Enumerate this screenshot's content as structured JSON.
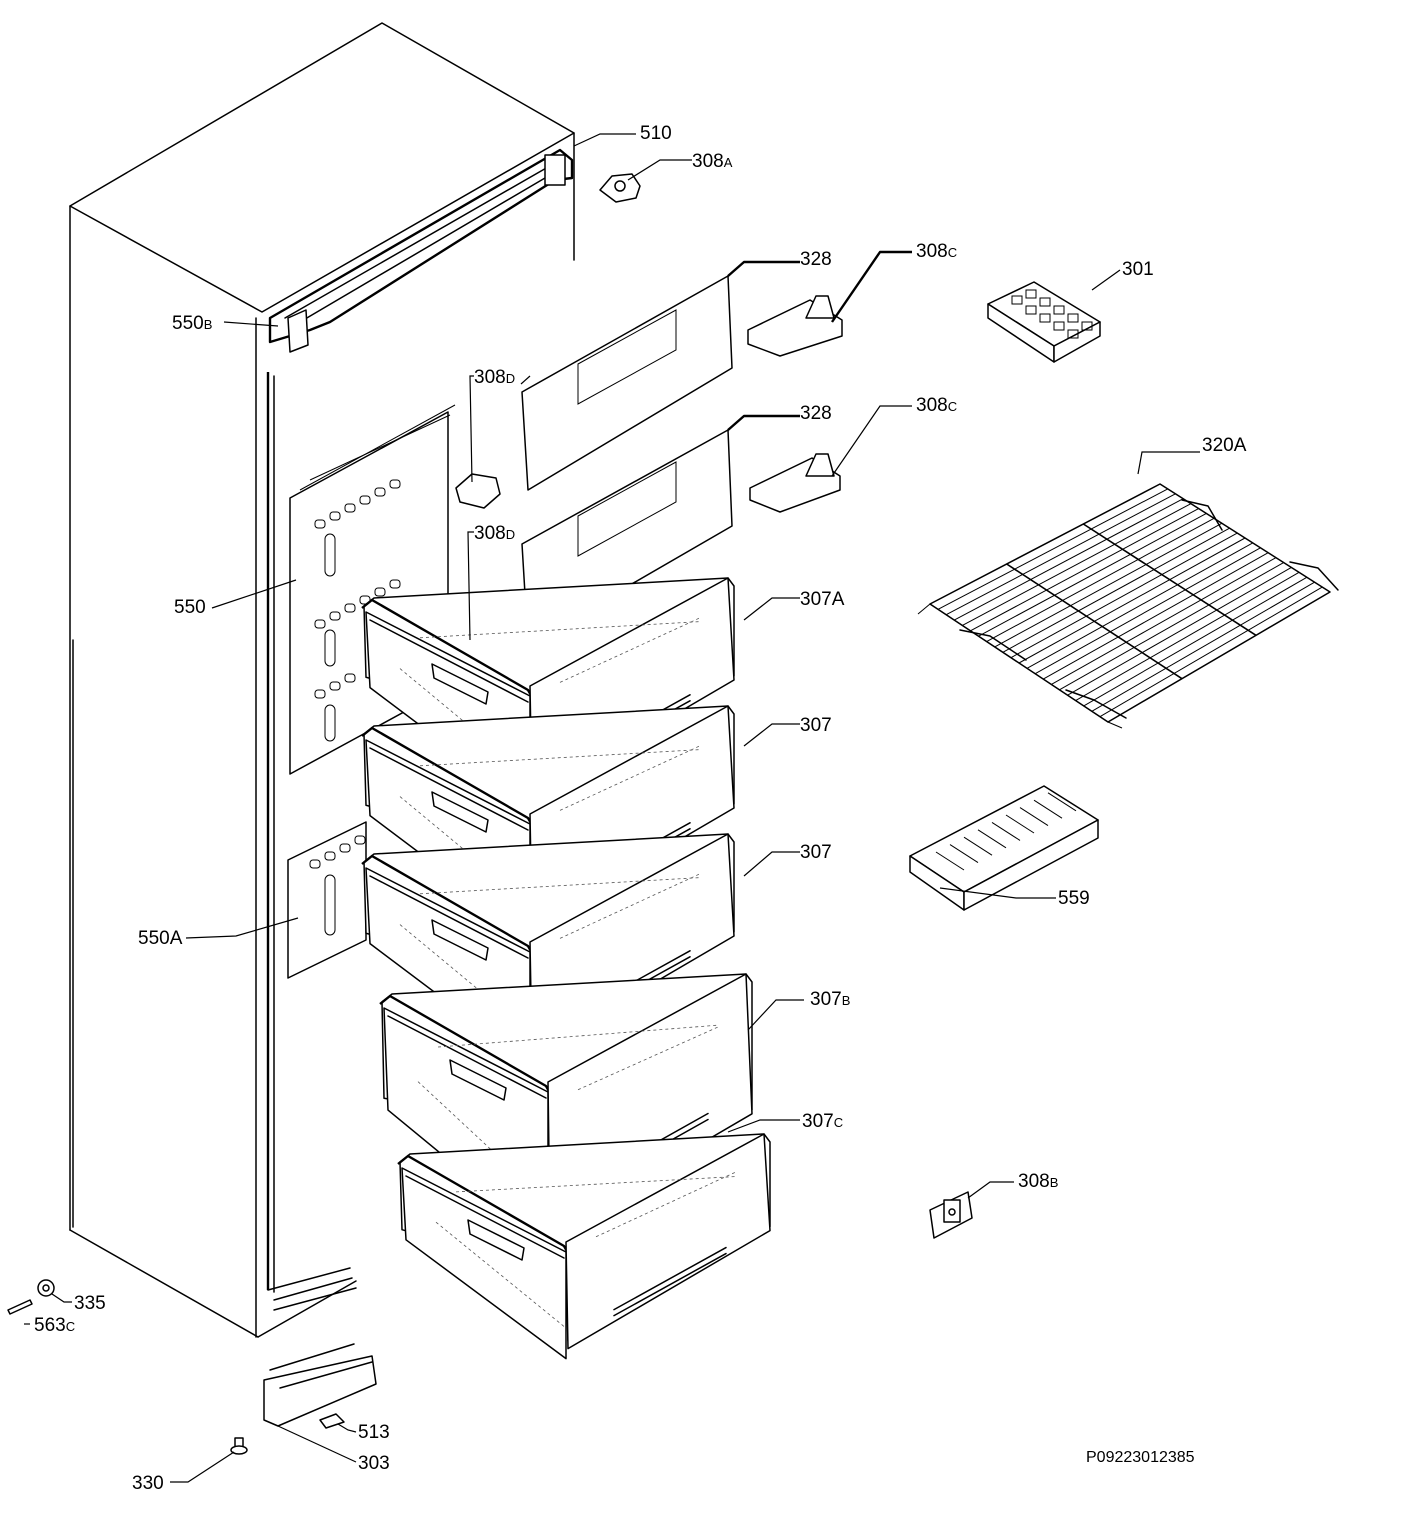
{
  "labels": {
    "p510": {
      "num": "510",
      "sfx": ""
    },
    "p308a": {
      "num": "308",
      "sfx": "A"
    },
    "p328a": {
      "num": "328",
      "sfx": ""
    },
    "p308c_a": {
      "num": "308",
      "sfx": "C"
    },
    "p301": {
      "num": "301",
      "sfx": ""
    },
    "p550b": {
      "num": "550",
      "sfx": "B"
    },
    "p308d_a": {
      "num": "308",
      "sfx": "D"
    },
    "p328b": {
      "num": "328",
      "sfx": ""
    },
    "p308c_b": {
      "num": "308",
      "sfx": "C"
    },
    "p320a": {
      "num": "320A",
      "sfx": ""
    },
    "p308d_b": {
      "num": "308",
      "sfx": "D"
    },
    "p550": {
      "num": "550",
      "sfx": ""
    },
    "p307a": {
      "num": "307A",
      "sfx": ""
    },
    "p307_a": {
      "num": "307",
      "sfx": ""
    },
    "p307_b": {
      "num": "307",
      "sfx": ""
    },
    "p559": {
      "num": "559",
      "sfx": ""
    },
    "p550a": {
      "num": "550A",
      "sfx": ""
    },
    "p307b": {
      "num": "307",
      "sfx": "B"
    },
    "p307c": {
      "num": "307",
      "sfx": "C"
    },
    "p308b": {
      "num": "308",
      "sfx": "B"
    },
    "p335": {
      "num": "335",
      "sfx": ""
    },
    "p563c": {
      "num": "563",
      "sfx": "C"
    },
    "p513": {
      "num": "513",
      "sfx": ""
    },
    "p303": {
      "num": "303",
      "sfx": ""
    },
    "p330": {
      "num": "330",
      "sfx": ""
    }
  },
  "document_number": "P09223012385"
}
